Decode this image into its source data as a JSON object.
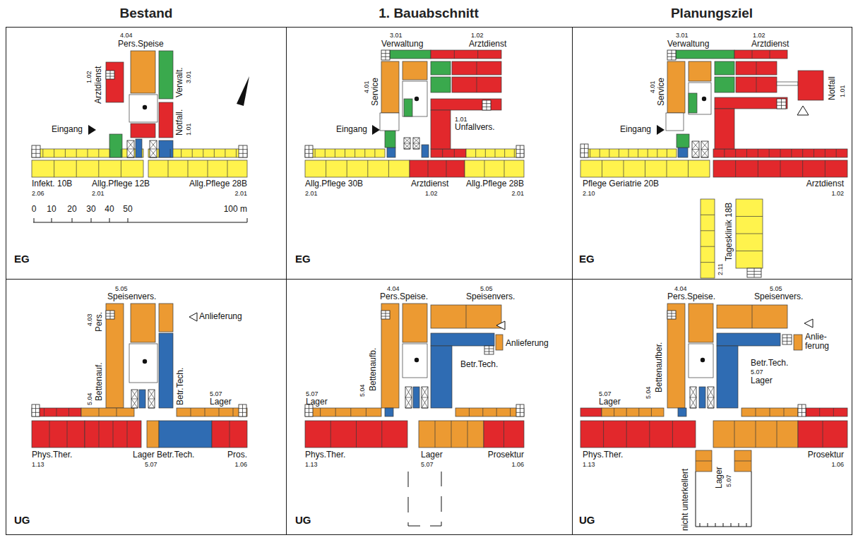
{
  "diagram": {
    "nodes": [
      {
        "text": [
          "4.04",
          "Pers.Speise",
          "1.02",
          "Arztdienst",
          "3.01",
          "Verwalt.",
          "Eingang",
          "Notfall.",
          "1.01",
          "Infekt. 10B",
          "2.06",
          "Allg.Pflege 12B",
          "2.01",
          "Allg.Pflege 28B",
          "2.01",
          "0",
          "10",
          "20",
          "30",
          "40",
          "50",
          "100 m",
          "EG"
        ]
      },
      {
        "text": [
          "3.01",
          "Verwaltung",
          "1.02",
          "Arztdienst",
          "4.01",
          "Service",
          "Eingang",
          "1.01",
          "Unfallvers.",
          "Allg.Pflege 30B",
          "2.01",
          "Arztdienst",
          "1.02",
          "Allg.Pflege 28B",
          "2.01",
          "EG"
        ]
      },
      {
        "text": [
          "3.01",
          "Verwaltung",
          "1.02",
          "Arztdienst",
          "Notfall",
          "1.01",
          "4.01",
          "Service",
          "Eingang",
          "Pflege Geriatrie 20B",
          "2.10",
          "Arztdienst",
          "1.02",
          "2.11",
          "Tagesklinik 18B",
          "EG"
        ]
      },
      {
        "text": [
          "5.05",
          "Speisenvers.",
          "4.03",
          "Pers.",
          "Anlieferung",
          "5.04",
          "Bettenauf.",
          "Betr.Tech.",
          "5.07",
          "Lager",
          "Phys.Ther.",
          "1.13",
          "Lager Betr.Tech.",
          "5.07",
          "Pros.",
          "1.06",
          "UG"
        ]
      },
      {
        "text": [
          "4.04",
          "Pers.Speise.",
          "5.05",
          "Speisenvers.",
          "Anlieferung",
          "5.04",
          "Bettenaufb.",
          "5.07",
          "Lager",
          "Betr.Tech.",
          "Phys.Ther.",
          "1.13",
          "Lager",
          "5.07",
          "Prosektur",
          "1.06",
          "UG"
        ]
      },
      {
        "text": [
          "4.04",
          "Pers.Speise.",
          "5.05",
          "Speisenvers.",
          "Anlie- ferung",
          "5.04",
          "Bettenaufber.",
          "5.07",
          "Lager",
          "Betr.Tech.",
          "5.07",
          "Lager",
          "Phys.Ther.",
          "1.13",
          "nicht unterkellert",
          "Lager",
          "5.07",
          "Prosektur",
          "1.06",
          "UG"
        ]
      }
    ],
    "labels": [
      "Bestand",
      "1. Bauabschnitt",
      "Planungsziel"
    ]
  }
}
